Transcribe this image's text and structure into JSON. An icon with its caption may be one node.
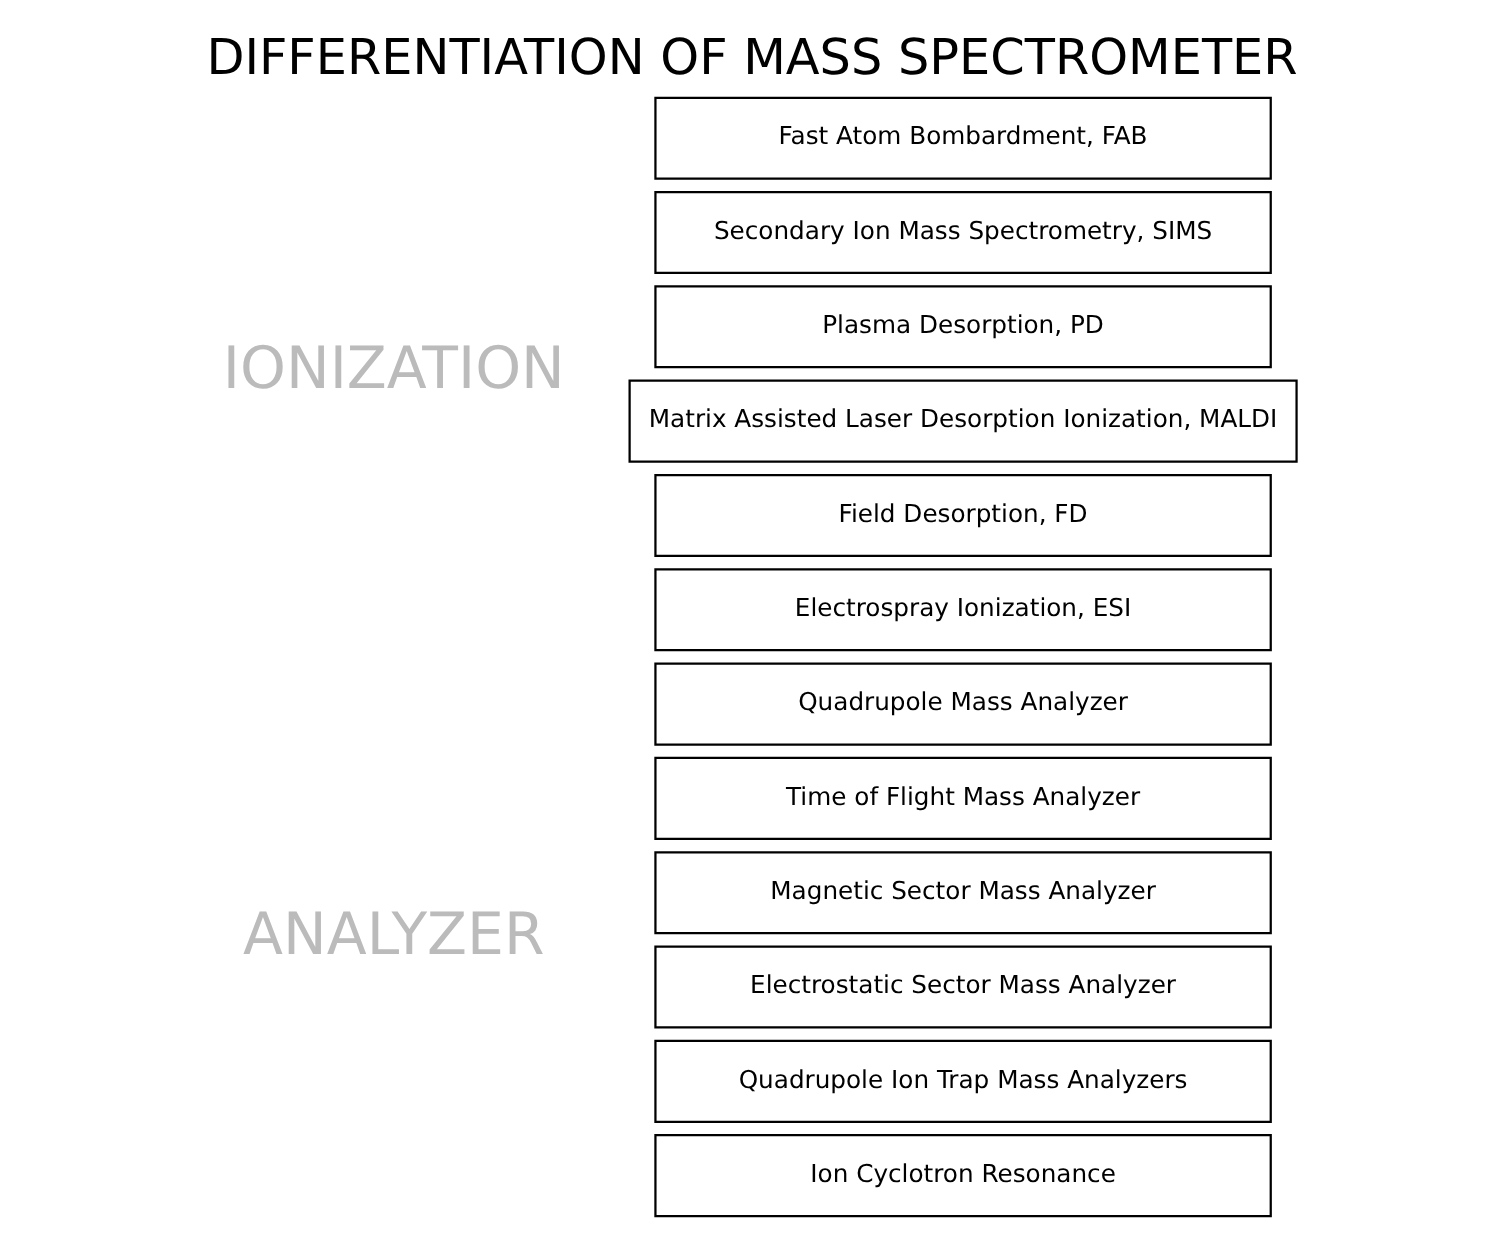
{
  "diagram": {
    "title": "DIFFERENTIATION OF MASS SPECTROMETER",
    "nodes": [
      {
        "text": [
          "Fast Atom Bombardment, FAB"
        ]
      },
      {
        "text": [
          "Secondary Ion Mass Spectrometry, SIMS"
        ]
      },
      {
        "text": [
          "Plasma Desorption, PD"
        ]
      },
      {
        "text": [
          "Matrix Assisted Laser Desorption Ionization, MALDI"
        ]
      },
      {
        "text": [
          "Field Desorption, FD"
        ]
      },
      {
        "text": [
          "Electrospray Ionization, ESI"
        ]
      },
      {
        "text": [
          "Quadrupole Mass Analyzer"
        ]
      },
      {
        "text": [
          "Time of Flight Mass Analyzer"
        ]
      },
      {
        "text": [
          "Magnetic Sector Mass Analyzer"
        ]
      },
      {
        "text": [
          "Electrostatic Sector Mass Analyzer"
        ]
      },
      {
        "text": [
          "Quadrupole Ion Trap Mass Analyzers"
        ]
      },
      {
        "text": [
          "Ion Cyclotron Resonance"
        ]
      }
    ],
    "edges": [],
    "labels": [
      "IONIZATION",
      "ANALYZER"
    ]
  }
}
